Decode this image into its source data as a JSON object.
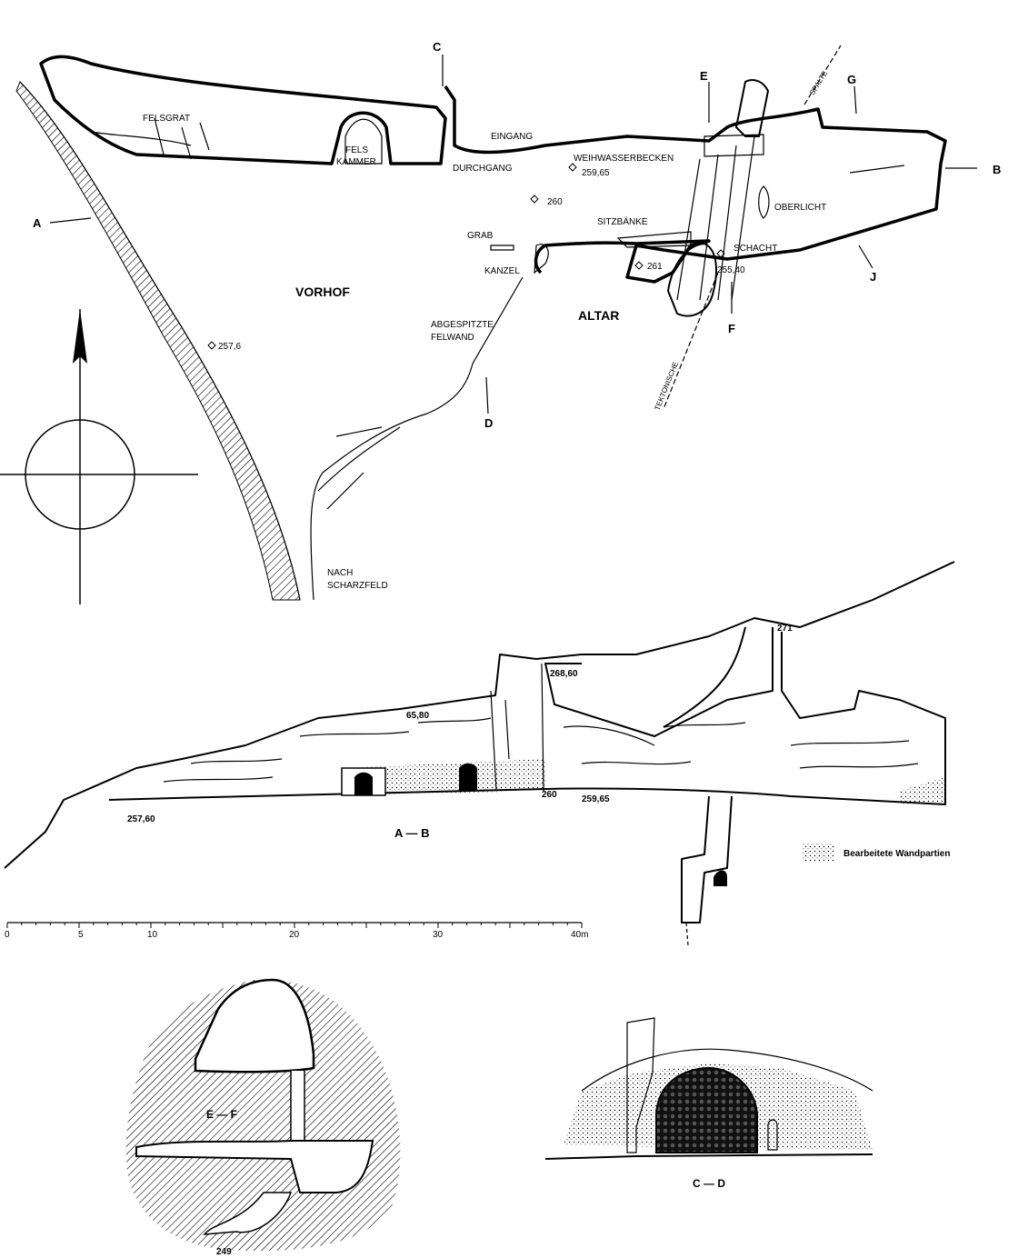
{
  "plan": {
    "labels": {
      "felsgrat": "FELSGRAT",
      "fels": "FELS",
      "kammer": "KAMMER",
      "eingang": "EINGANG",
      "durchgang": "DURCHGANG",
      "weihwasserbecken": "WEIHWASSERBECKEN",
      "oberlicht": "OBERLICHT",
      "sitzbaenke": "SITZBÄNKE",
      "schacht": "SCHACHT",
      "grab": "GRAB",
      "kanzel": "KANZEL",
      "vorhof": "VORHOF",
      "altar": "ALTAR",
      "abgespitzte": "ABGESPITZTE",
      "felwand": "FELWAND",
      "nach": "NACH",
      "scharzfeld": "SCHARZFELD",
      "spalte": "SPALTE",
      "tektonische": "TEKTONISCHE"
    },
    "elevations": {
      "e1": "259,65",
      "e2": "260",
      "e3": "261",
      "e4": "255,40",
      "e5": "257,6"
    },
    "section_letters": {
      "a": "A",
      "b": "B",
      "c": "C",
      "d": "D",
      "e": "E",
      "f": "F",
      "g": "G",
      "j": "J"
    }
  },
  "section_ab": {
    "title": "A — B",
    "elevations": {
      "e271": "271",
      "e268": "268,60",
      "e65": "65,80",
      "e260": "260",
      "e259": "259,65",
      "e257": "257,60"
    },
    "legend": "Bearbeitete Wandpartien"
  },
  "scale": {
    "ticks": [
      "0",
      "5",
      "10",
      "20",
      "30",
      "40m"
    ]
  },
  "section_ef": {
    "title": "E — F",
    "elevation": "249"
  },
  "section_cd": {
    "title": "C — D"
  }
}
